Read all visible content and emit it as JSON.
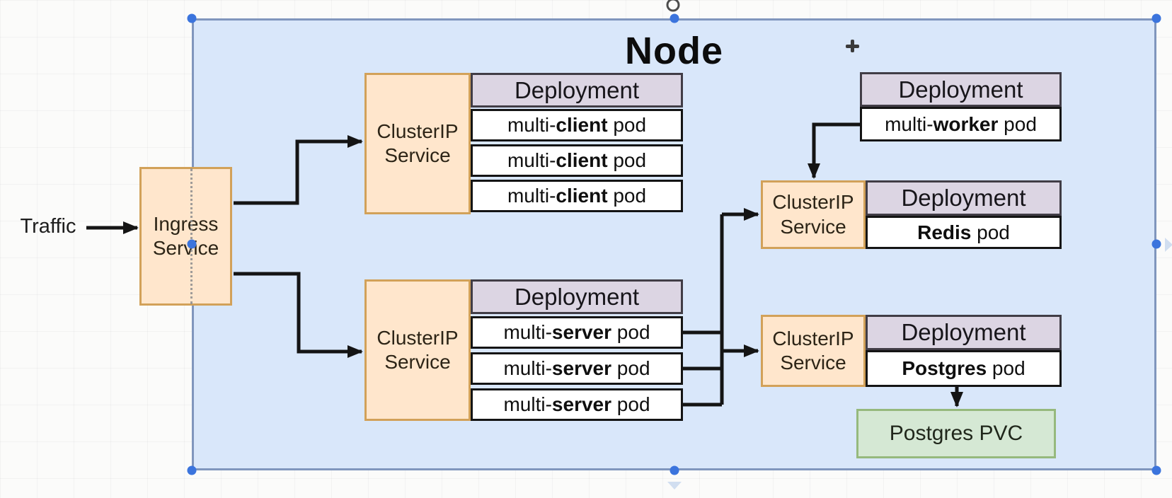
{
  "canvas": {
    "node_title": "Node",
    "traffic_label": "Traffic"
  },
  "ingress": {
    "label_line1": "Ingress",
    "label_line2": "Service"
  },
  "client_group": {
    "service_line1": "ClusterIP",
    "service_line2": "Service",
    "deployment_header": "Deployment",
    "pods": [
      {
        "prefix": "multi-",
        "bold": "client",
        "suffix": " pod"
      },
      {
        "prefix": "multi-",
        "bold": "client",
        "suffix": " pod"
      },
      {
        "prefix": "multi-",
        "bold": "client",
        "suffix": " pod"
      }
    ]
  },
  "server_group": {
    "service_line1": "ClusterIP",
    "service_line2": "Service",
    "deployment_header": "Deployment",
    "pods": [
      {
        "prefix": "multi-",
        "bold": "server",
        "suffix": " pod"
      },
      {
        "prefix": "multi-",
        "bold": "server",
        "suffix": " pod"
      },
      {
        "prefix": "multi-",
        "bold": "server",
        "suffix": " pod"
      }
    ]
  },
  "worker_group": {
    "deployment_header": "Deployment",
    "pod": {
      "prefix": "multi-",
      "bold": "worker",
      "suffix": " pod"
    }
  },
  "redis_group": {
    "service_line1": "ClusterIP",
    "service_line2": "Service",
    "deployment_header": "Deployment",
    "pod": {
      "prefix": "",
      "bold": "Redis",
      "suffix": " pod"
    }
  },
  "postgres_group": {
    "service_line1": "ClusterIP",
    "service_line2": "Service",
    "deployment_header": "Deployment",
    "pod": {
      "prefix": "",
      "bold": "Postgres",
      "suffix": " pod"
    },
    "pvc_label": "Postgres PVC"
  },
  "colors": {
    "node-fill": "#d9e7fa",
    "node-border": "#8096bd",
    "service-fill": "#ffe6cc",
    "service-border": "#d2a159",
    "deployment-fill": "#dcd5e3",
    "deployment-border": "#413d46",
    "pod-fill": "#ffffff",
    "pod-border": "#141414",
    "pvc-fill": "#d5e8d4",
    "pvc-border": "#96b97d",
    "arrow": "#141414",
    "handle": "#3b74dd"
  }
}
